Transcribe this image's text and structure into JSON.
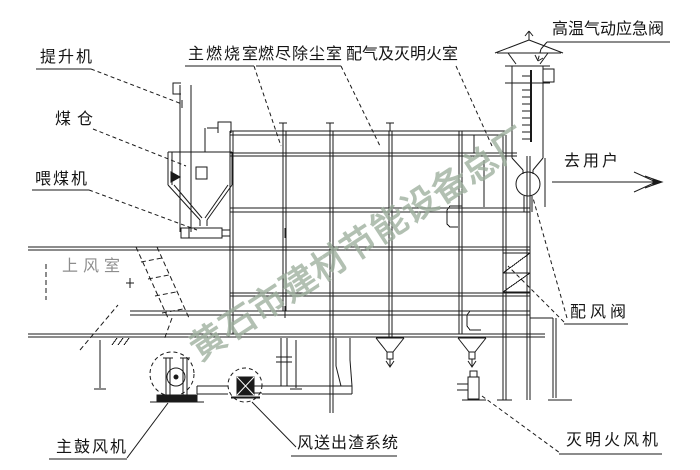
{
  "colors": {
    "background": "#ffffff",
    "line": "#1a1a1a",
    "watermark_green": "#9cae9c",
    "faint_text": "#8d8d8d"
  },
  "watermark": {
    "text": "黄石市建材节能设备总厂"
  },
  "labels": {
    "hoist": "提升机",
    "coal_bunker": "煤仓",
    "coal_feeder": "喂煤机",
    "main_combustion_chamber": "主燃烧室",
    "burnout_dust_removal_chamber": "燃尽除尘室",
    "gas_distribution_flame_chamber": "配气及灭明火室",
    "high_temp_pneumatic_emergency_valve": "高温气动应急阀",
    "to_users": "去用户",
    "air_distribution_valve": "配风阀",
    "wind_chamber": "上风室",
    "main_blower": "主鼓风机",
    "pneumatic_slag_discharge_system": "风送出渣系统",
    "flame_extinguishing_fan": "灭明火风机"
  }
}
